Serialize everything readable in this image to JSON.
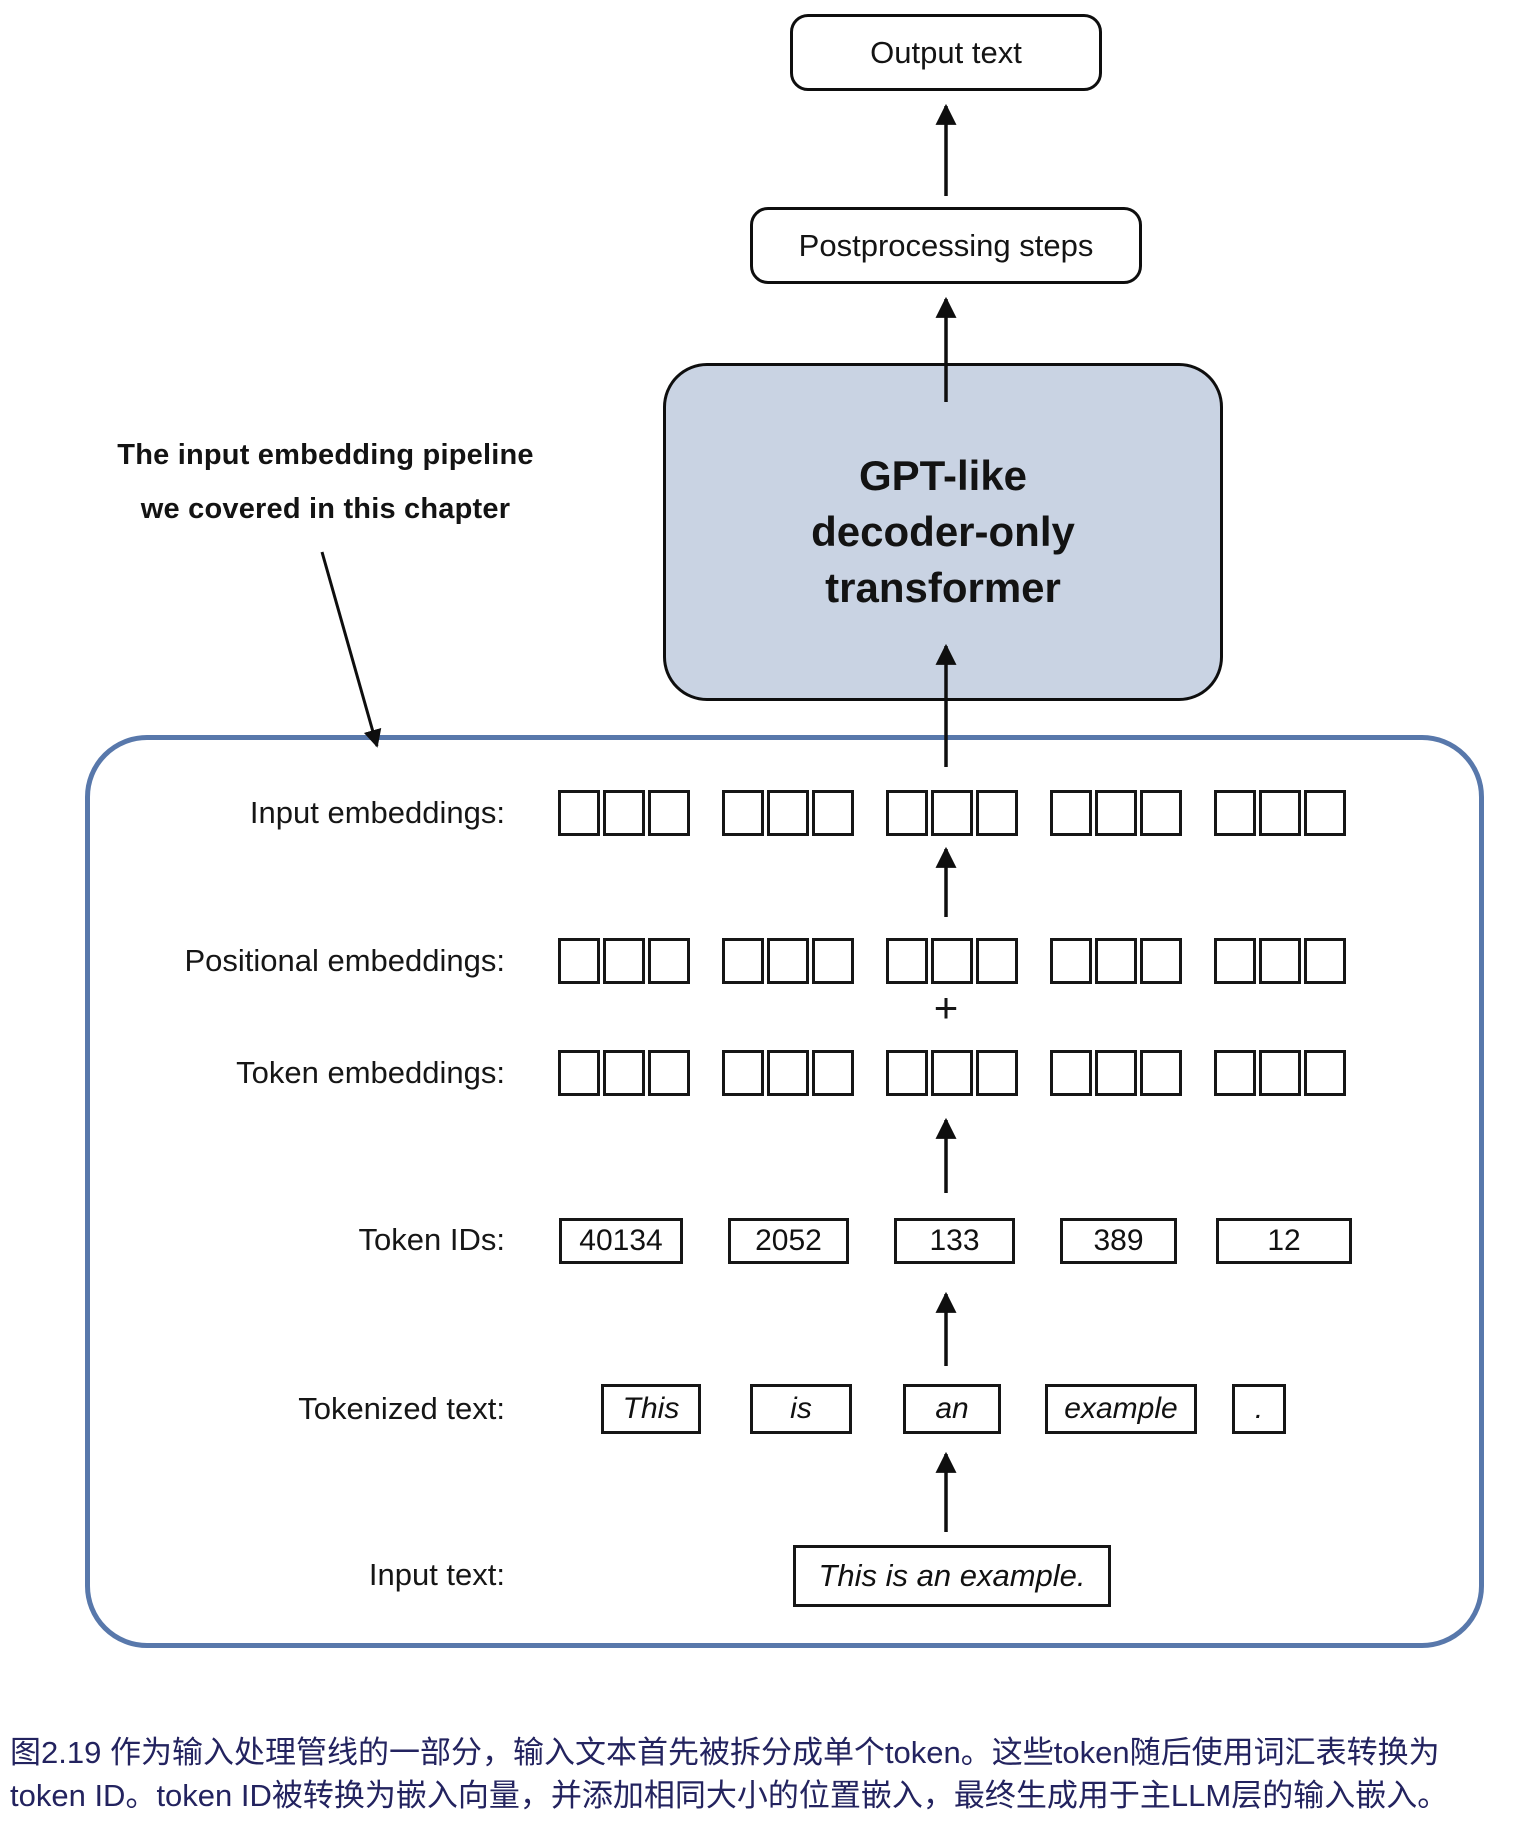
{
  "figure": {
    "boxes": {
      "output": "Output text",
      "postprocessing": "Postprocessing steps",
      "gpt_lines": [
        "GPT-like",
        "decoder-only",
        "transformer"
      ]
    },
    "annotation": {
      "line1": "The input embedding pipeline",
      "line2": "we covered in this chapter"
    },
    "plus_sign": "+",
    "rows": {
      "input_embeddings": {
        "label": "Input embeddings:"
      },
      "positional_embeddings": {
        "label": "Positional embeddings:"
      },
      "token_embeddings": {
        "label": "Token embeddings:"
      },
      "token_ids": {
        "label": "Token IDs:",
        "values": [
          "40134",
          "2052",
          "133",
          "389",
          "12"
        ]
      },
      "tokenized_text": {
        "label": "Tokenized text:",
        "tokens": [
          "This",
          "is",
          "an",
          "example",
          "."
        ]
      },
      "input_text": {
        "label": "Input text:",
        "value": "This is an example."
      }
    },
    "colors": {
      "gpt_box_fill": "#c9d3e3",
      "pipeline_border": "#5878ab",
      "caption_text": "#23235f"
    }
  },
  "caption": {
    "line1": "图2.19 作为输入处理管线的一部分，输入文本首先被拆分成单个token。这些token随后使用词汇表转换为",
    "line2": "token ID。token ID被转换为嵌入向量，并添加相同大小的位置嵌入，最终生成用于主LLM层的输入嵌入。"
  }
}
